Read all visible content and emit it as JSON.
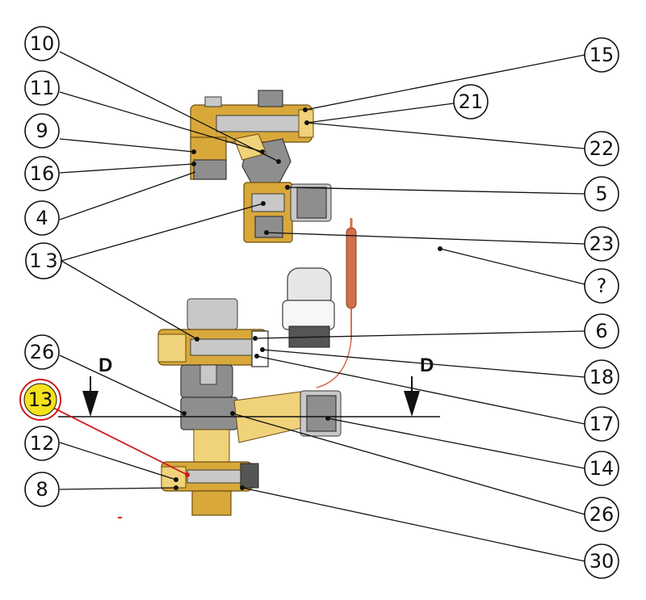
{
  "colors": {
    "highlight_fill": "#f5e11c",
    "highlight_ring": "#d01818",
    "brass": "#d9a83a",
    "copper": "#d2704a",
    "grey_body": "#8e8e8e"
  },
  "section_label": "D",
  "callouts": {
    "c10": "10",
    "c11": "11",
    "c9": "9",
    "c16": "16",
    "c4": "4",
    "c1_3": "1 3",
    "c15": "15",
    "c21": "21",
    "c22": "22",
    "c5": "5",
    "c23": "23",
    "cq": "?",
    "c6": "6",
    "c18": "18",
    "c17": "17",
    "c26_left": "26",
    "c13": "13",
    "c12": "12",
    "c8": "8",
    "c14": "14",
    "c26_right": "26",
    "c30": "30"
  }
}
